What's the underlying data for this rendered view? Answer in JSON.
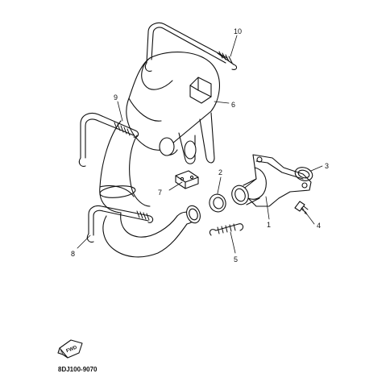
{
  "diagram": {
    "callouts": [
      "1",
      "2",
      "3",
      "4",
      "5",
      "6",
      "7",
      "8",
      "9",
      "10"
    ],
    "fwd_label": "FWD",
    "code": "8DJ100-9070"
  }
}
